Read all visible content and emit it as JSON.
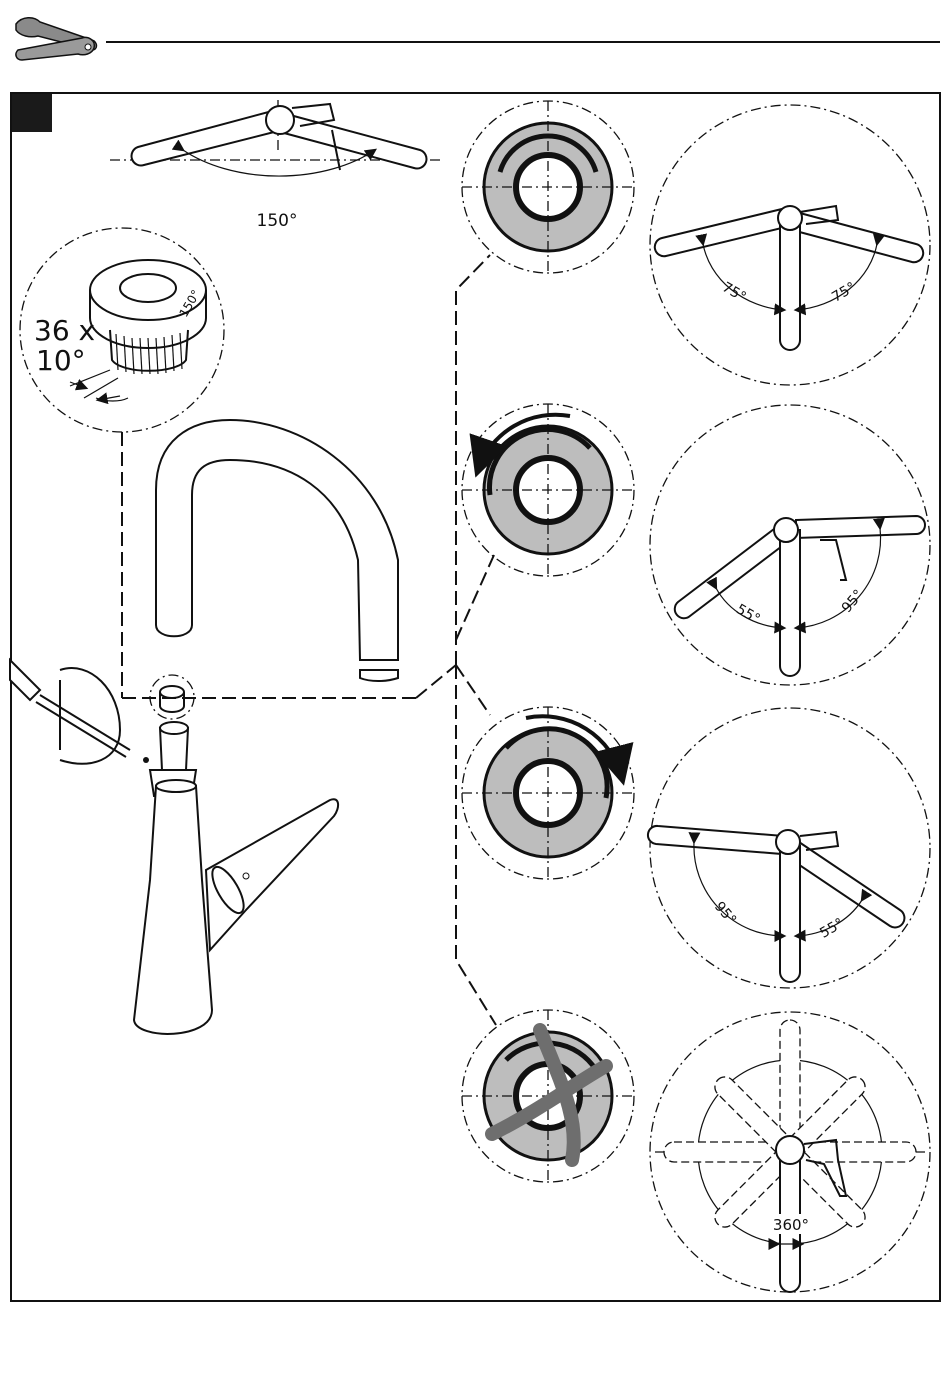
{
  "header": {
    "icon": "tools-icon"
  },
  "panel": {
    "top_spout_angle": "150°",
    "ring_notch_label": "150°",
    "ring_teeth_count": "36 x",
    "ring_teeth_step": "10°"
  },
  "settings": [
    {
      "left_angle": "75°",
      "right_angle": "75°"
    },
    {
      "left_angle": "55°",
      "right_angle": "95°"
    },
    {
      "left_angle": "95°",
      "right_angle": "55°"
    },
    {
      "full_angle": "360°"
    }
  ],
  "colors": {
    "ring_fill": "#bdbdbd",
    "line": "#111111",
    "block": "#1a1a1a",
    "stop_pin": "#6e6e6e"
  }
}
